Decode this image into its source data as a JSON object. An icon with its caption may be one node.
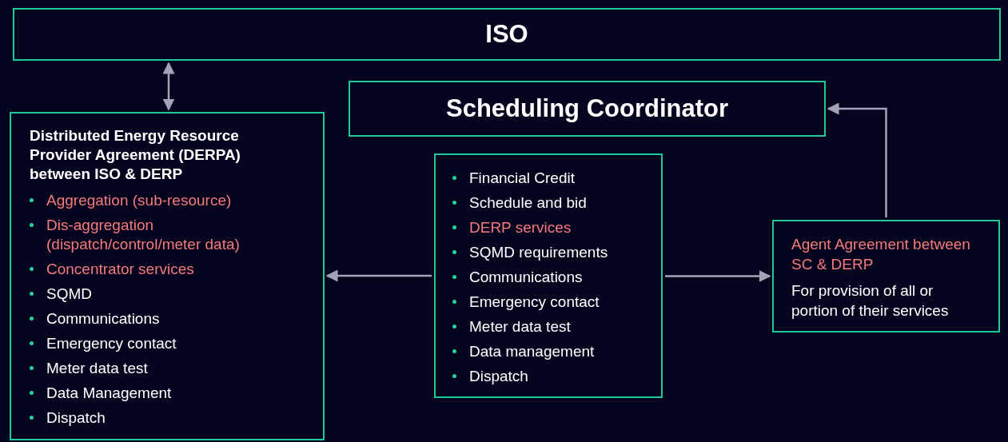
{
  "diagram": {
    "nodes": [
      {
        "text": [
          "ISO"
        ]
      },
      {
        "text": [
          "Scheduling Coordinator"
        ]
      },
      {
        "text": [
          "Distributed Energy Resource Provider Agreement (DERPA) between ISO & DERP",
          "Aggregation (sub-resource)",
          "Dis-aggregation (dispatch/control/meter data)",
          "Concentrator services",
          "SQMD",
          "Communications",
          "Emergency contact",
          "Meter data test",
          "Data Management",
          "Dispatch"
        ]
      },
      {
        "text": [
          "Financial Credit",
          "Schedule and bid",
          "DERP services",
          "SQMD requirements",
          "Communications",
          "Emergency contact",
          "Meter data test",
          "Data management",
          "Dispatch"
        ]
      },
      {
        "text": [
          "Agent Agreement between SC & DERP",
          "For provision of all or portion of their services"
        ]
      }
    ],
    "edges": [
      {
        "from": 0,
        "to": 2,
        "arrow": "both"
      },
      {
        "from": 3,
        "to": 2,
        "arrow": "to"
      },
      {
        "from": 3,
        "to": 4,
        "arrow": "to"
      },
      {
        "from": 4,
        "to": 1,
        "arrow": "to"
      }
    ]
  }
}
